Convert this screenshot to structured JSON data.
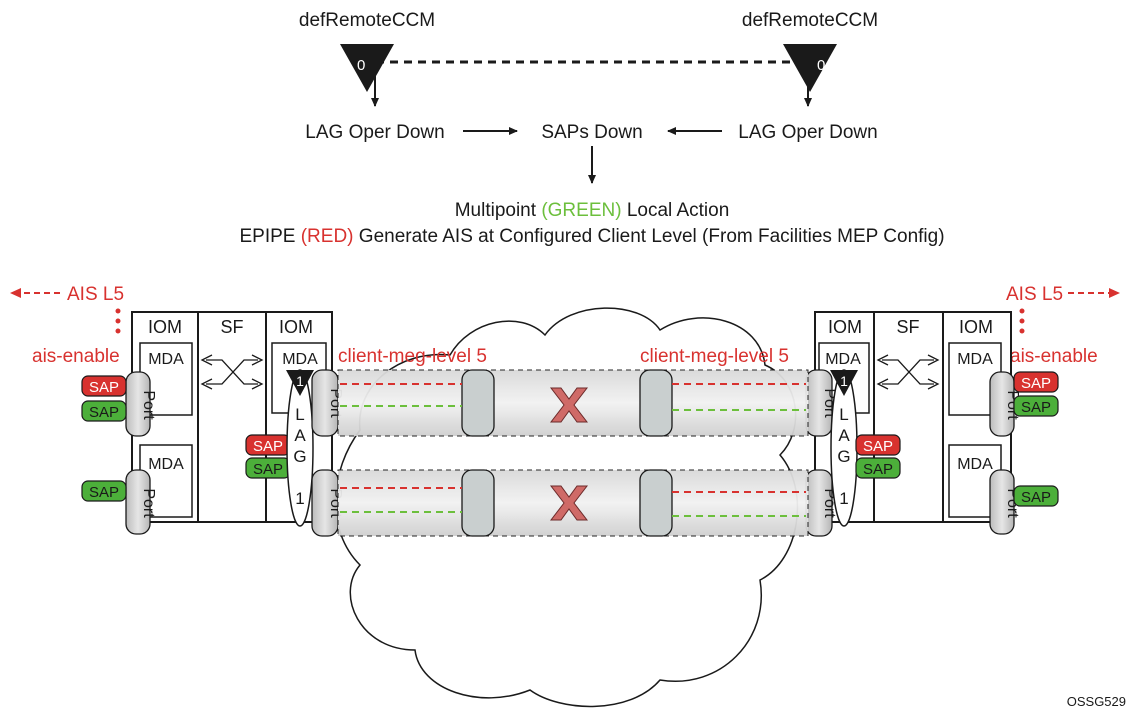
{
  "top": {
    "mep_left_label": "defRemoteCCM",
    "mep_right_label": "defRemoteCCM",
    "mep_left_level": "0",
    "mep_right_level": "0",
    "lag_down_left": "LAG Oper Down",
    "lag_down_right": "LAG Oper Down",
    "saps_down": "SAPs Down",
    "action_line1_a": "Multipoint",
    "action_line1_b": "(GREEN)",
    "action_line1_c": "Local Action",
    "action_line2_a": "EPIPE",
    "action_line2_b": "(RED)",
    "action_line2_c": "Generate AIS at Configured Client Level (From Facilities MEP Config)"
  },
  "left_node": {
    "ais_label": "AIS L5",
    "ais_enable": "ais-enable",
    "iom_a": "IOM",
    "sf": "SF",
    "iom_b": "IOM",
    "mda_top": "MDA",
    "mda_bottom": "MDA",
    "mda_lag": "MDA",
    "port": "Port",
    "sap": "SAP",
    "lag_letters": [
      "L",
      "A",
      "G",
      "1"
    ],
    "meg_level": "client-meg-level 5",
    "mep_level": "1"
  },
  "right_node": {
    "ais_label": "AIS L5",
    "ais_enable": "ais-enable",
    "iom_a": "IOM",
    "sf": "SF",
    "iom_b": "IOM",
    "mda_top": "MDA",
    "mda_bottom": "MDA",
    "mda_lag": "MDA",
    "port": "Port",
    "sap": "SAP",
    "lag_letters": [
      "L",
      "A",
      "G",
      "1"
    ],
    "meg_level": "client-meg-level 5",
    "mep_level": "1"
  },
  "footer": {
    "figure_id": "OSSG529"
  },
  "colors": {
    "red": "#d8322f",
    "green": "#6cbf3c",
    "sap_red": "#d8322f",
    "sap_green": "#4caf3a",
    "black": "#1a1a1a",
    "gray": "#bfbfbf",
    "x_mark": "#cf6a67"
  }
}
